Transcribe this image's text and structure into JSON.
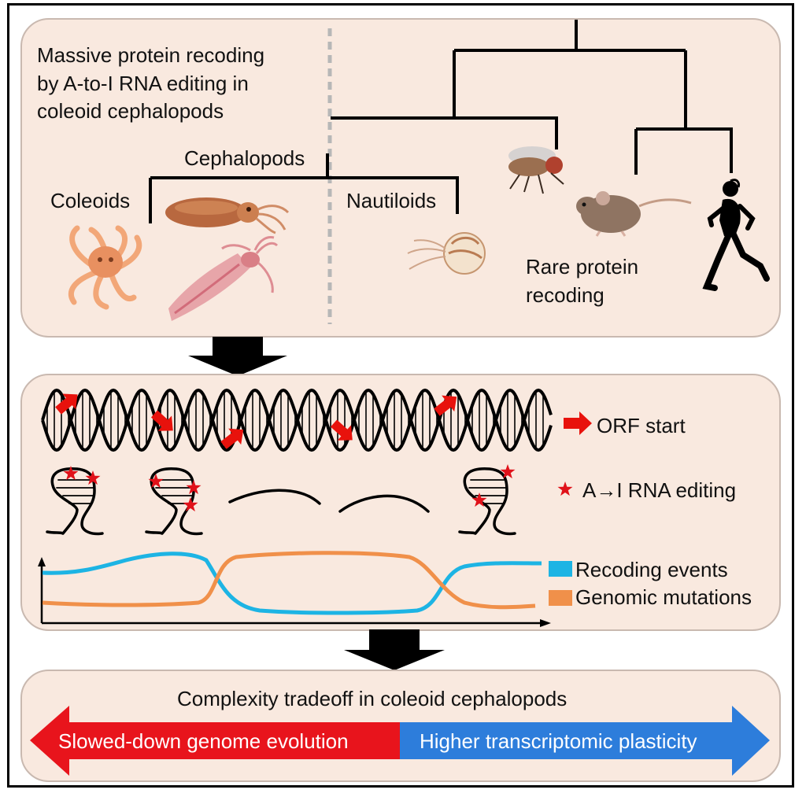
{
  "top_panel": {
    "title_lines": [
      "Massive protein recoding",
      "by A-to-I RNA editing in",
      "coleoid cephalopods"
    ],
    "cephalopods_label": "Cephalopods",
    "coleoids_label": "Coleoids",
    "nautiloids_label": "Nautiloids",
    "rare_lines": [
      "Rare protein",
      "recoding"
    ],
    "organisms": [
      "octopus-illustration",
      "cuttlefish-illustration",
      "squid-illustration",
      "nautilus-illustration",
      "fly-illustration",
      "mouse-illustration",
      "human-runner-silhouette"
    ]
  },
  "middle_panel": {
    "legend_orf": "ORF start",
    "legend_editing": "A→I RNA editing",
    "legend_recoding": "Recoding events",
    "legend_mutations": "Genomic mutations",
    "colors": {
      "orf_arrow": "#e8120c",
      "recoding": "#1db4e4",
      "mutations": "#f0904a",
      "star": "#e0121a"
    }
  },
  "bottom_panel": {
    "title": "Complexity tradeoff in coleoid cephalopods",
    "left_arrow": "Slowed-down genome evolution",
    "right_arrow": "Higher transcriptomic plasticity",
    "colors": {
      "left": "#e8141c",
      "right": "#2d7ddb"
    }
  }
}
